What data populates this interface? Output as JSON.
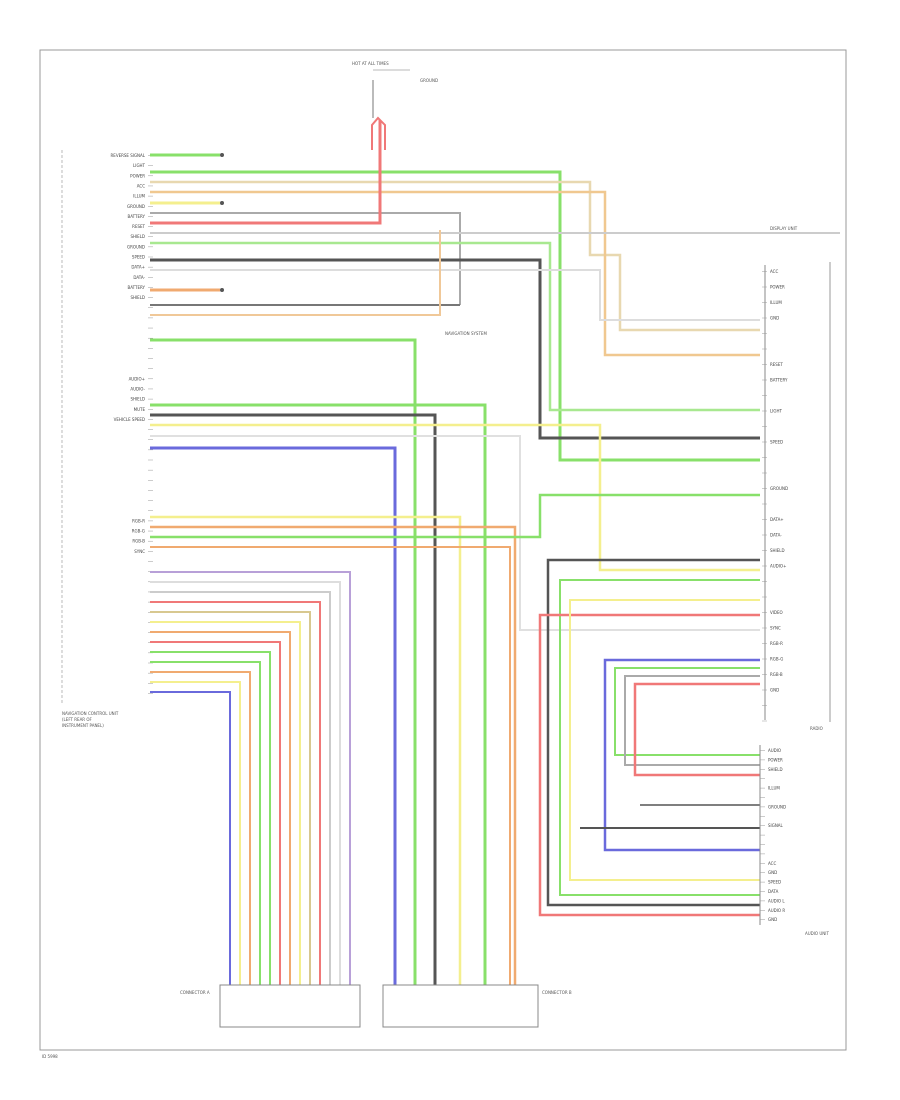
{
  "labels": {
    "top_fuse": "HOT AT ALL TIMES",
    "top_ground": "GROUND",
    "module_title": "NAVIGATION CONTROL UNIT",
    "module_sub": "(LEFT REAR OF",
    "module_sub2": "INSTRUMENT PANEL)",
    "mid_note": "NAVIGATION SYSTEM",
    "right_box_label": "DISPLAY UNIT",
    "right_box_bottom": "RADIO",
    "lower_right_label": "AUDIO UNIT",
    "bottom_left_connector": "CONNECTOR A",
    "bottom_mid_connector": "CONNECTOR B",
    "footer_code": "ID 5998"
  },
  "left_pins": [
    "REVERSE SIGNAL",
    "LIGHT",
    "POWER",
    "ACC",
    "ILLUM",
    "GROUND",
    "BATTERY",
    "RESET",
    "SHIELD",
    "GROUND",
    "SPEED",
    "DATA+",
    "DATA-",
    "BATTERY",
    "SHIELD",
    "",
    "",
    "",
    "",
    "",
    "",
    "",
    "AUDIO+",
    "AUDIO-",
    "SHIELD",
    "MUTE",
    "VEHICLE SPEED",
    "",
    "",
    "",
    "",
    "",
    "",
    "",
    "",
    "",
    "RGB-R",
    "RGB-G",
    "RGB-B",
    "SYNC",
    "",
    "",
    "",
    "",
    "",
    "",
    "",
    "",
    "",
    "",
    "",
    "",
    "",
    ""
  ],
  "right_pins": [
    "ACC",
    "POWER",
    "ILLUM",
    "GND",
    "",
    "",
    "RESET",
    "BATTERY",
    "",
    "LIGHT",
    "",
    "SPEED",
    "",
    "",
    "GROUND",
    "",
    "DATA+",
    "DATA-",
    "SHIELD",
    "AUDIO+",
    "",
    "",
    "VIDEO",
    "SYNC",
    "RGB-R",
    "RGB-G",
    "RGB-B",
    "GND",
    "",
    ""
  ],
  "lower_pins": [
    "AUDIO",
    "POWER",
    "SHIELD",
    "",
    "ILLUM",
    "",
    "GROUND",
    "",
    "SIGNAL",
    "",
    "",
    "",
    "ACC",
    "GND",
    "SPEED",
    "DATA",
    "AUDIO L",
    "AUDIO R",
    "GND"
  ],
  "colors": {
    "green": "#88e06a",
    "yellow": "#f4ef8e",
    "red": "#f07878",
    "orange": "#f0aa70",
    "gray": "#b8b8b8",
    "dark": "#555555",
    "blue": "#6a6adc",
    "tan": "#d8c890",
    "frame": "#888888"
  }
}
